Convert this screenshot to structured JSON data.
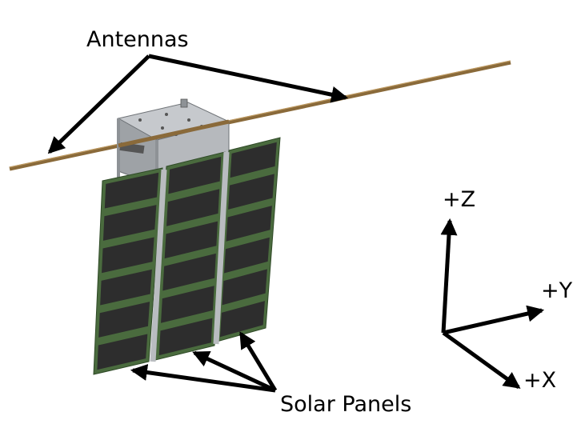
{
  "labels": {
    "antennas": "Antennas",
    "solar_panels": "Solar Panels",
    "axis_z": "+Z",
    "axis_y": "+Y",
    "axis_x": "+X"
  },
  "colors": {
    "antenna": "#8a6a3a",
    "frame": "#b9bcc0",
    "frame_dark": "#8e9296",
    "pcb": "#4a6b3e",
    "cell": "#2d2d2d",
    "arrow": "#000000"
  },
  "icons": {
    "satellite": "cubesat-illustration",
    "arrows": "pointer-arrow"
  }
}
